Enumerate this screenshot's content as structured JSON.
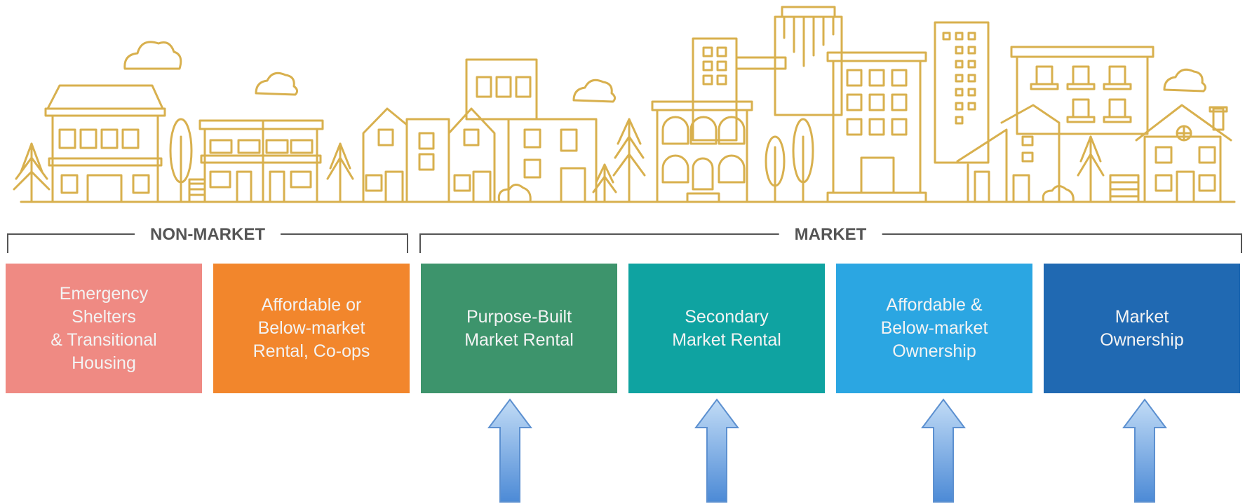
{
  "groups": {
    "non_market": "NON-MARKET",
    "market": "MARKET"
  },
  "categories": [
    {
      "label": "Emergency\nShelters\n& Transitional\nHousing",
      "color": "#ef8a83"
    },
    {
      "label": "Affordable or\nBelow-market\nRental, Co-ops",
      "color": "#f2862c"
    },
    {
      "label": "Purpose-Built\nMarket Rental",
      "color": "#3d946c"
    },
    {
      "label": "Secondary\nMarket Rental",
      "color": "#0fa3a1"
    },
    {
      "label": "Affordable &\nBelow-market\nOwnership",
      "color": "#2ba6e2"
    },
    {
      "label": "Market\nOwnership",
      "color": "#2069b2"
    }
  ],
  "colors": {
    "skyline_line": "#d8b04e",
    "bracket": "#555555",
    "arrow_top": "#c2dcf6",
    "arrow_bottom": "#4c8ad6",
    "arrow_stroke": "#5c90d0"
  },
  "arrows": {
    "count": 4,
    "points_to": [
      "Purpose-Built Market Rental",
      "Secondary Market Rental",
      "Affordable & Below-market Ownership",
      "Market Ownership"
    ]
  }
}
